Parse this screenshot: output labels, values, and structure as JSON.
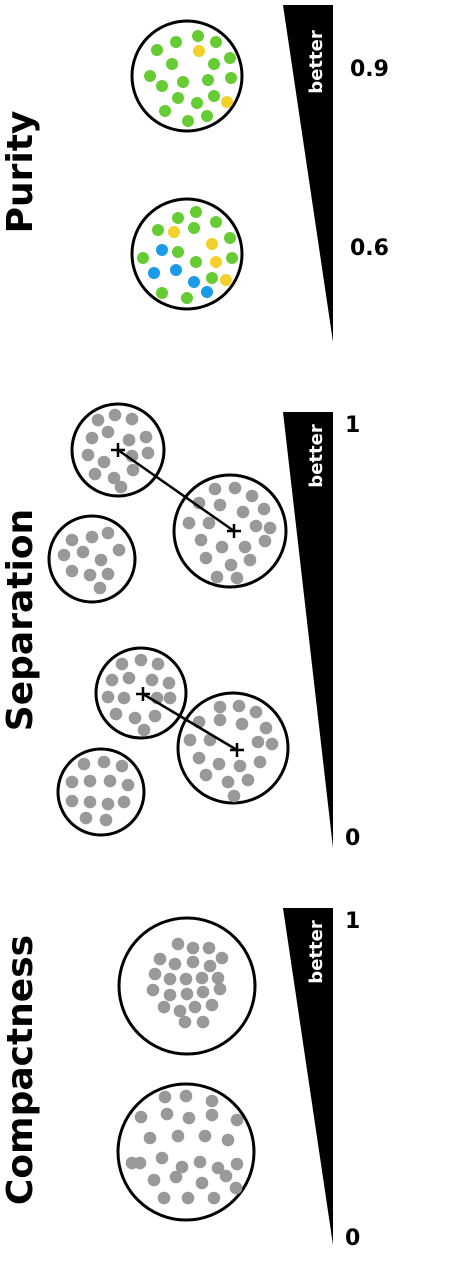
{
  "colors": {
    "green": "#66cc33",
    "yellow": "#f2d12b",
    "blue": "#1a9ae8",
    "gray": "#999999",
    "outline": "#000000",
    "wedge": "#000000",
    "background": "#ffffff"
  },
  "panels": {
    "purity": {
      "title": "Purity",
      "wedge_label": "better",
      "high_value": "0.9",
      "low_value": "0.6"
    },
    "separation": {
      "title": "Separation",
      "wedge_label": "better",
      "high_value": "1",
      "low_value": "0"
    },
    "compactness": {
      "title": "Compactness",
      "wedge_label": "better",
      "high_value": "1",
      "low_value": "0"
    }
  }
}
